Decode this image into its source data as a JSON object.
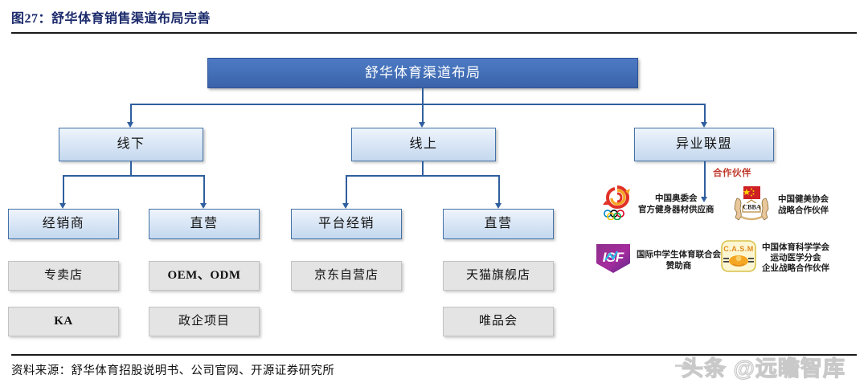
{
  "header": {
    "figure_label": "图27：",
    "title": "舒华体育销售渠道布局完善",
    "full_title": "图27：舒华体育销售渠道布局完善"
  },
  "source": {
    "text": "资料来源：舒华体育招股说明书、公司官网、开源证券研究所"
  },
  "watermark": {
    "text": "头条 @远瞻智库"
  },
  "colors": {
    "title_navy": "#1b2a6b",
    "root_blue": "#4471b9",
    "node_border_blue": "#4472a8",
    "connector_blue": "#2f5f9e",
    "leaf_gray": "#e4e4e4",
    "label_red": "#c0392b"
  },
  "diagram": {
    "root": {
      "label": "舒华体育渠道布局"
    },
    "branches": [
      {
        "id": "offline",
        "label": "线下",
        "children": [
          {
            "label": "经销商",
            "leaves": [
              {
                "label": "专卖店",
                "bold": false
              },
              {
                "label": "KA",
                "bold": true
              }
            ]
          },
          {
            "label": "直营",
            "leaves": [
              {
                "label": "OEM、ODM",
                "bold": true
              },
              {
                "label": "政企项目",
                "bold": false
              }
            ]
          }
        ]
      },
      {
        "id": "online",
        "label": "线上",
        "children": [
          {
            "label": "平台经销",
            "leaves": [
              {
                "label": "京东自营店",
                "bold": false
              }
            ]
          },
          {
            "label": "直营",
            "leaves": [
              {
                "label": "天猫旗舰店",
                "bold": false
              },
              {
                "label": "唯品会",
                "bold": false
              }
            ]
          }
        ]
      },
      {
        "id": "alliance",
        "label": "异业联盟",
        "edge_label": "合作伙伴",
        "partners": [
          {
            "logo": "china-olympic-committee-logo",
            "lines": [
              "中国奥委会",
              "官方健身器材供应商"
            ]
          },
          {
            "logo": "cbba-logo",
            "lines": [
              "中国健美协会",
              "战略合作伙伴"
            ]
          },
          {
            "logo": "isf-logo",
            "lines": [
              "国际中学生体育联合会",
              "赞助商"
            ]
          },
          {
            "logo": "casm-logo",
            "lines": [
              "中国体育科学学会",
              "运动医学分会",
              "企业战略合作伙伴"
            ]
          }
        ]
      }
    ]
  }
}
